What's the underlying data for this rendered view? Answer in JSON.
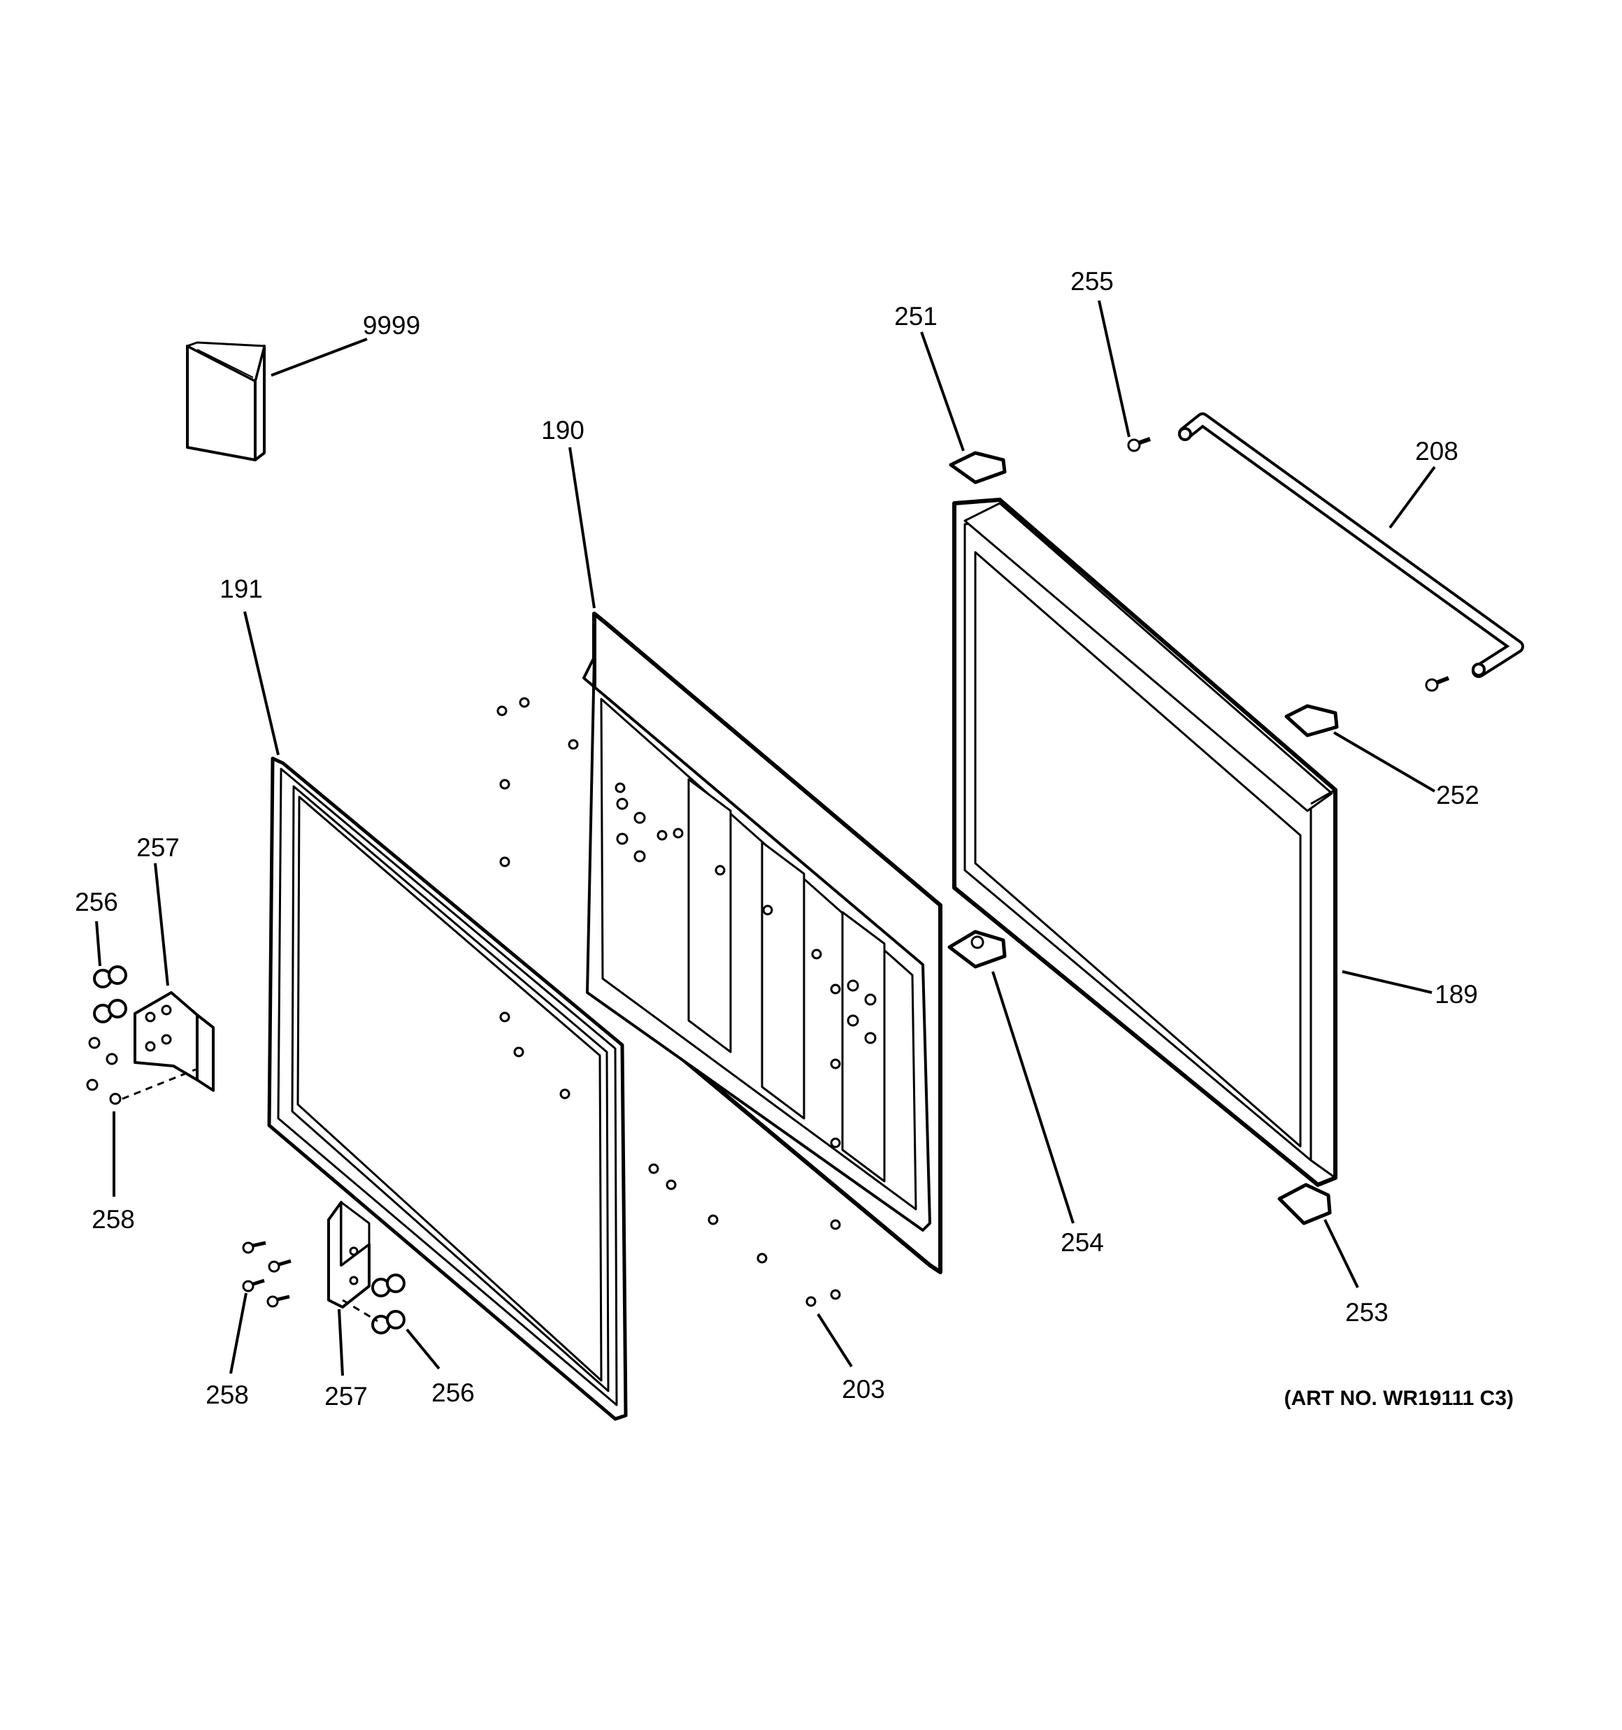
{
  "diagram": {
    "callouts": {
      "c9999": "9999",
      "c190": "190",
      "c191": "191",
      "c251": "251",
      "c255": "255",
      "c208": "208",
      "c252": "252",
      "c189": "189",
      "c254": "254",
      "c253": "253",
      "c257a": "257",
      "c256a": "256",
      "c258a": "258",
      "c258b": "258",
      "c257b": "257",
      "c256b": "256",
      "c203": "203"
    },
    "art_number": "(ART NO. WR19111 C3)"
  }
}
